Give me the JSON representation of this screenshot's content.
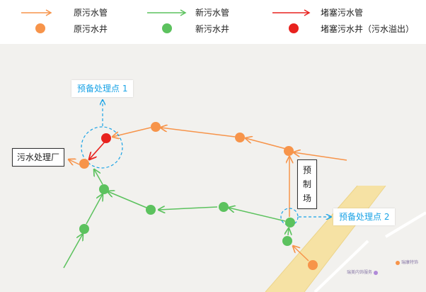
{
  "legend": {
    "original_pipe": "原污水管",
    "new_pipe": "新污水管",
    "blocked_pipe": "堵塞污水管",
    "original_well": "原污水井",
    "new_well": "新污水井",
    "blocked_well": "堵塞污水井（污水溢出）"
  },
  "labels": {
    "pretreat_1": "预备处理点 1",
    "pretreat_2": "预备处理点 2",
    "plant": "污水处理厂",
    "prefab_1": "预",
    "prefab_2": "制",
    "prefab_3": "场"
  },
  "pois": {
    "poi_a": "瑞康特饰",
    "poi_b": "瑞美内饰服务"
  },
  "colors": {
    "original": "#f7944a",
    "new": "#5cc25e",
    "blocked": "#e8221e",
    "callout": "#1aa3e6",
    "road": "#f6e2a4",
    "map_bg": "#f2f1ee"
  }
}
